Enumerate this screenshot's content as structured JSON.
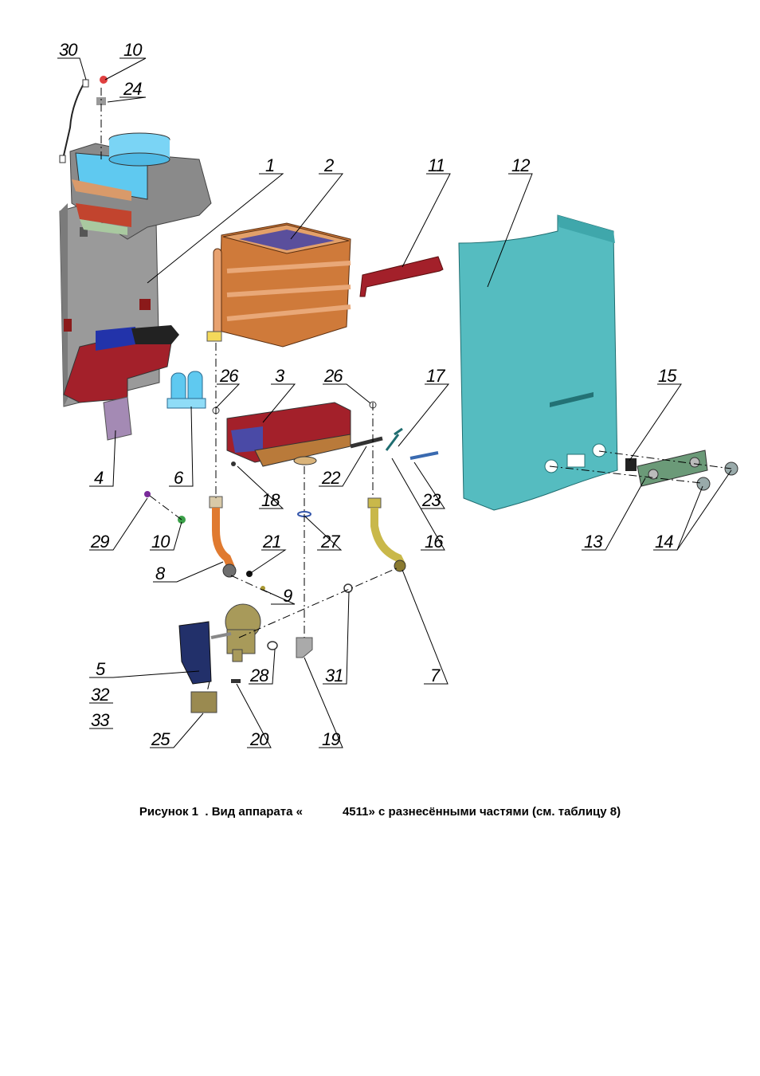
{
  "labels": [
    "30",
    "10",
    "24",
    "1",
    "2",
    "11",
    "12",
    "26",
    "3",
    "26",
    "17",
    "15",
    "4",
    "6",
    "18",
    "22",
    "16",
    "23",
    "29",
    "10",
    "21",
    "27",
    "13",
    "14",
    "8",
    "9",
    "5",
    "32",
    "33",
    "28",
    "31",
    "7",
    "25",
    "20",
    "19"
  ],
  "caption": {
    "part1": "Рисунок 1",
    "part2": ". Вид аппарата «",
    "part3": "4511» с разнесёнными частями (см. таблицу 8)"
  }
}
